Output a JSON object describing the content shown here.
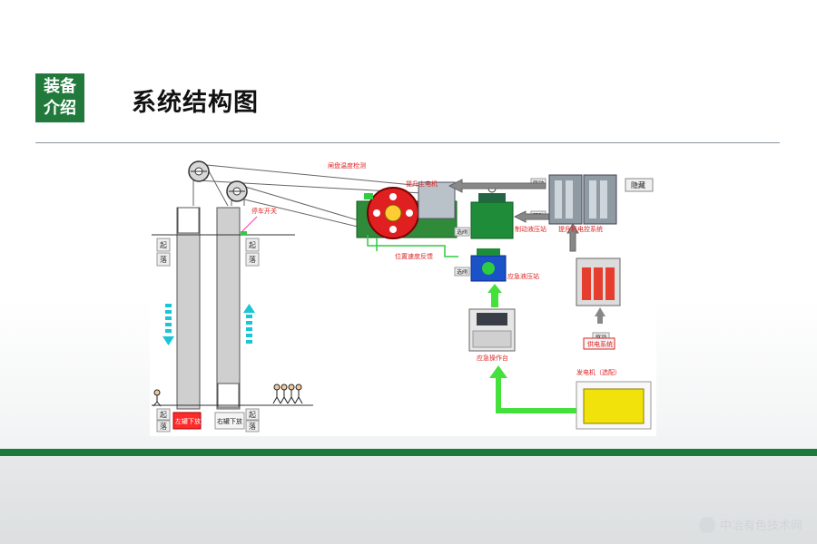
{
  "header": {
    "badge_line1": "装备",
    "badge_line2": "介绍",
    "title": "系统结构图"
  },
  "diagram": {
    "labels": {
      "brake_temp": "闸盘温度检测",
      "hoist_motor": "提升主电机",
      "stop_switch": "停车开关",
      "position_feedback": "位置速度反馈",
      "brake_hydraulic": "制动液压站",
      "emergency_hydraulic": "应急液压站",
      "emergency_console": "应急操作台",
      "hoist_control": "提升机电控系统",
      "hide_button": "隐藏",
      "power_supply": "供电系统",
      "generator": "发电机（选配）",
      "left_cage": "左罐下放",
      "right_cage": "右罐下放",
      "qi": "起",
      "luo": "落",
      "valve": "选阀",
      "drive": "驱动"
    },
    "colors": {
      "green_arrow": "#44e03c",
      "cyan_arrow": "#18c6d6",
      "motor_red": "#e02020",
      "transformer_red": "#e53e2e",
      "hydraulic_green": "#1f8c3a",
      "hydraulic_blue": "#1a52c8",
      "cabinet_gray": "#8f9aa3",
      "generator_yellow": "#f2e20c",
      "cage_button_red": "#ff2a2a"
    }
  },
  "watermark": "中冶有色技术网"
}
